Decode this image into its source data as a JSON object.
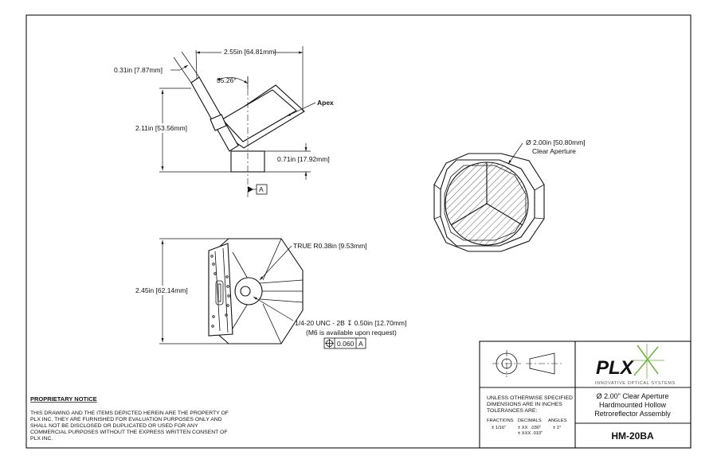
{
  "labels": {
    "dim_thickness": "0.31in [7.87mm]",
    "dim_width": "2.55in [64.81mm]",
    "angle": "35.26°",
    "apex": "Apex",
    "dim_height": "2.11in [53.56mm]",
    "dim_base": "0.71in [17.92mm]",
    "datum": "A",
    "dim_aperture": "Ø 2.00in [50.80mm]",
    "clear_aperture": "Clear Aperture",
    "true_radius": "TRUE R0.38in [9.53mm]",
    "dim_bottom_height": "2.45in [62.14mm]",
    "thread": "1/4-20 UNC - 2B ↧ 0.50in [12.70mm]",
    "m6_note": "(M6 is available upon request)",
    "position_tol": "0.060",
    "position_datum": "A"
  },
  "notice": {
    "title": "PROPRIETARY NOTICE",
    "lines": [
      "THIS DRAWING AND THE ITEMS DEPICTED HEREIN ARE THE PROPERTY OF",
      "PLX INC. THEY ARE FURNISHED FOR EVALUATION PURPOSES ONLY AND",
      "SHALL NOT BE DISCLOSED OR DUPLICATED OR USED FOR ANY",
      "COMMERCIAL PURPOSES WITHOUT THE EXPRESS WRITTEN CONSENT OF",
      "PLX INC."
    ]
  },
  "title_block": {
    "logo_text": "PLX",
    "logo_tagline": "INNOVATIVE OPTICAL SYSTEMS",
    "tolerance_lines": [
      "UNLESS OTHERWISE SPECIFIED",
      "DIMENSIONS ARE IN INCHES",
      "TOLERANCES ARE:"
    ],
    "tol_headers": [
      "FRACTIONS",
      "DECIMALS",
      "ANGLES"
    ],
    "tol_fraction": "± 1/16\"",
    "tol_decimal_1": "± XX  .030\"",
    "tol_decimal_2": "± XXX .010\"",
    "tol_angle": "± 1°",
    "description_lines": [
      "Ø 2.00\" Clear Aperture",
      "Hardmounted Hollow",
      "Retroreflector Assembly"
    ],
    "part_number": "HM-20BA"
  },
  "colors": {
    "logo_green": "#6db33f",
    "line": "#111111"
  }
}
